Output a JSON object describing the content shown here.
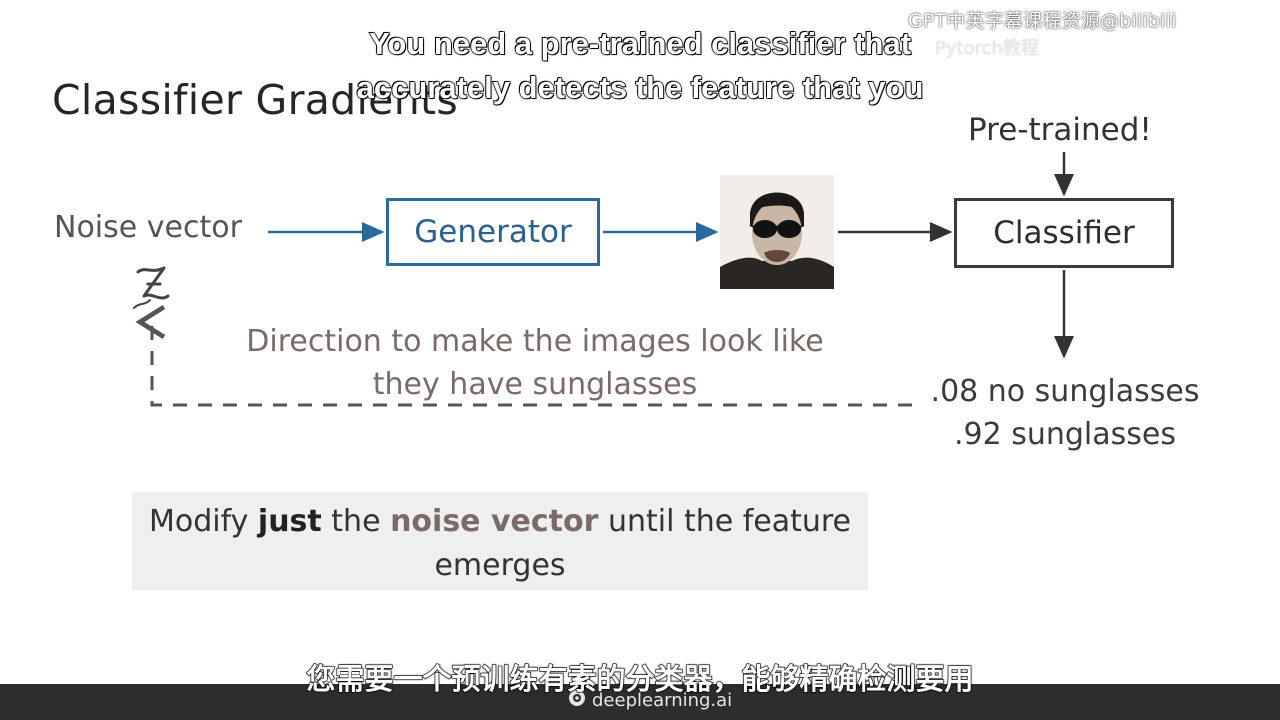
{
  "slide": {
    "title": "Classifier Gradients"
  },
  "diagram": {
    "noise_label": "Noise vector",
    "z_symbol": "z",
    "generator_label": "Generator",
    "classifier_label": "Classifier",
    "pretrained_label": "Pre-trained!",
    "direction_line1": "Direction to make the images look like",
    "direction_line2": "they have sunglasses",
    "prob_line1": ".08 no sunglasses",
    "prob_line2": ".92 sunglasses"
  },
  "note": {
    "part1": "Modify ",
    "bold1": "just",
    "part2": " the ",
    "bold2": "noise vector",
    "part3": " until the feature",
    "line2": "emerges"
  },
  "captions": {
    "english_line1": "You need a pre-trained classifier that",
    "english_line2": "accurately detects the feature that you",
    "chinese": "您需要一个预训练有素的分类器，能够精确检测要用"
  },
  "watermark": {
    "text": "GPT中英字幕课程资源@bilibili",
    "faded": "Pytorch教程"
  },
  "footer": {
    "brand": "deeplearning.ai",
    "logo_icon": "deeplearning-logo-icon"
  },
  "colors": {
    "generator_border": "#2a6a9a",
    "arrow_blue": "#2a6a9a",
    "arrow_dark": "#3a3a3a",
    "highlight_text": "#7a6a68"
  }
}
